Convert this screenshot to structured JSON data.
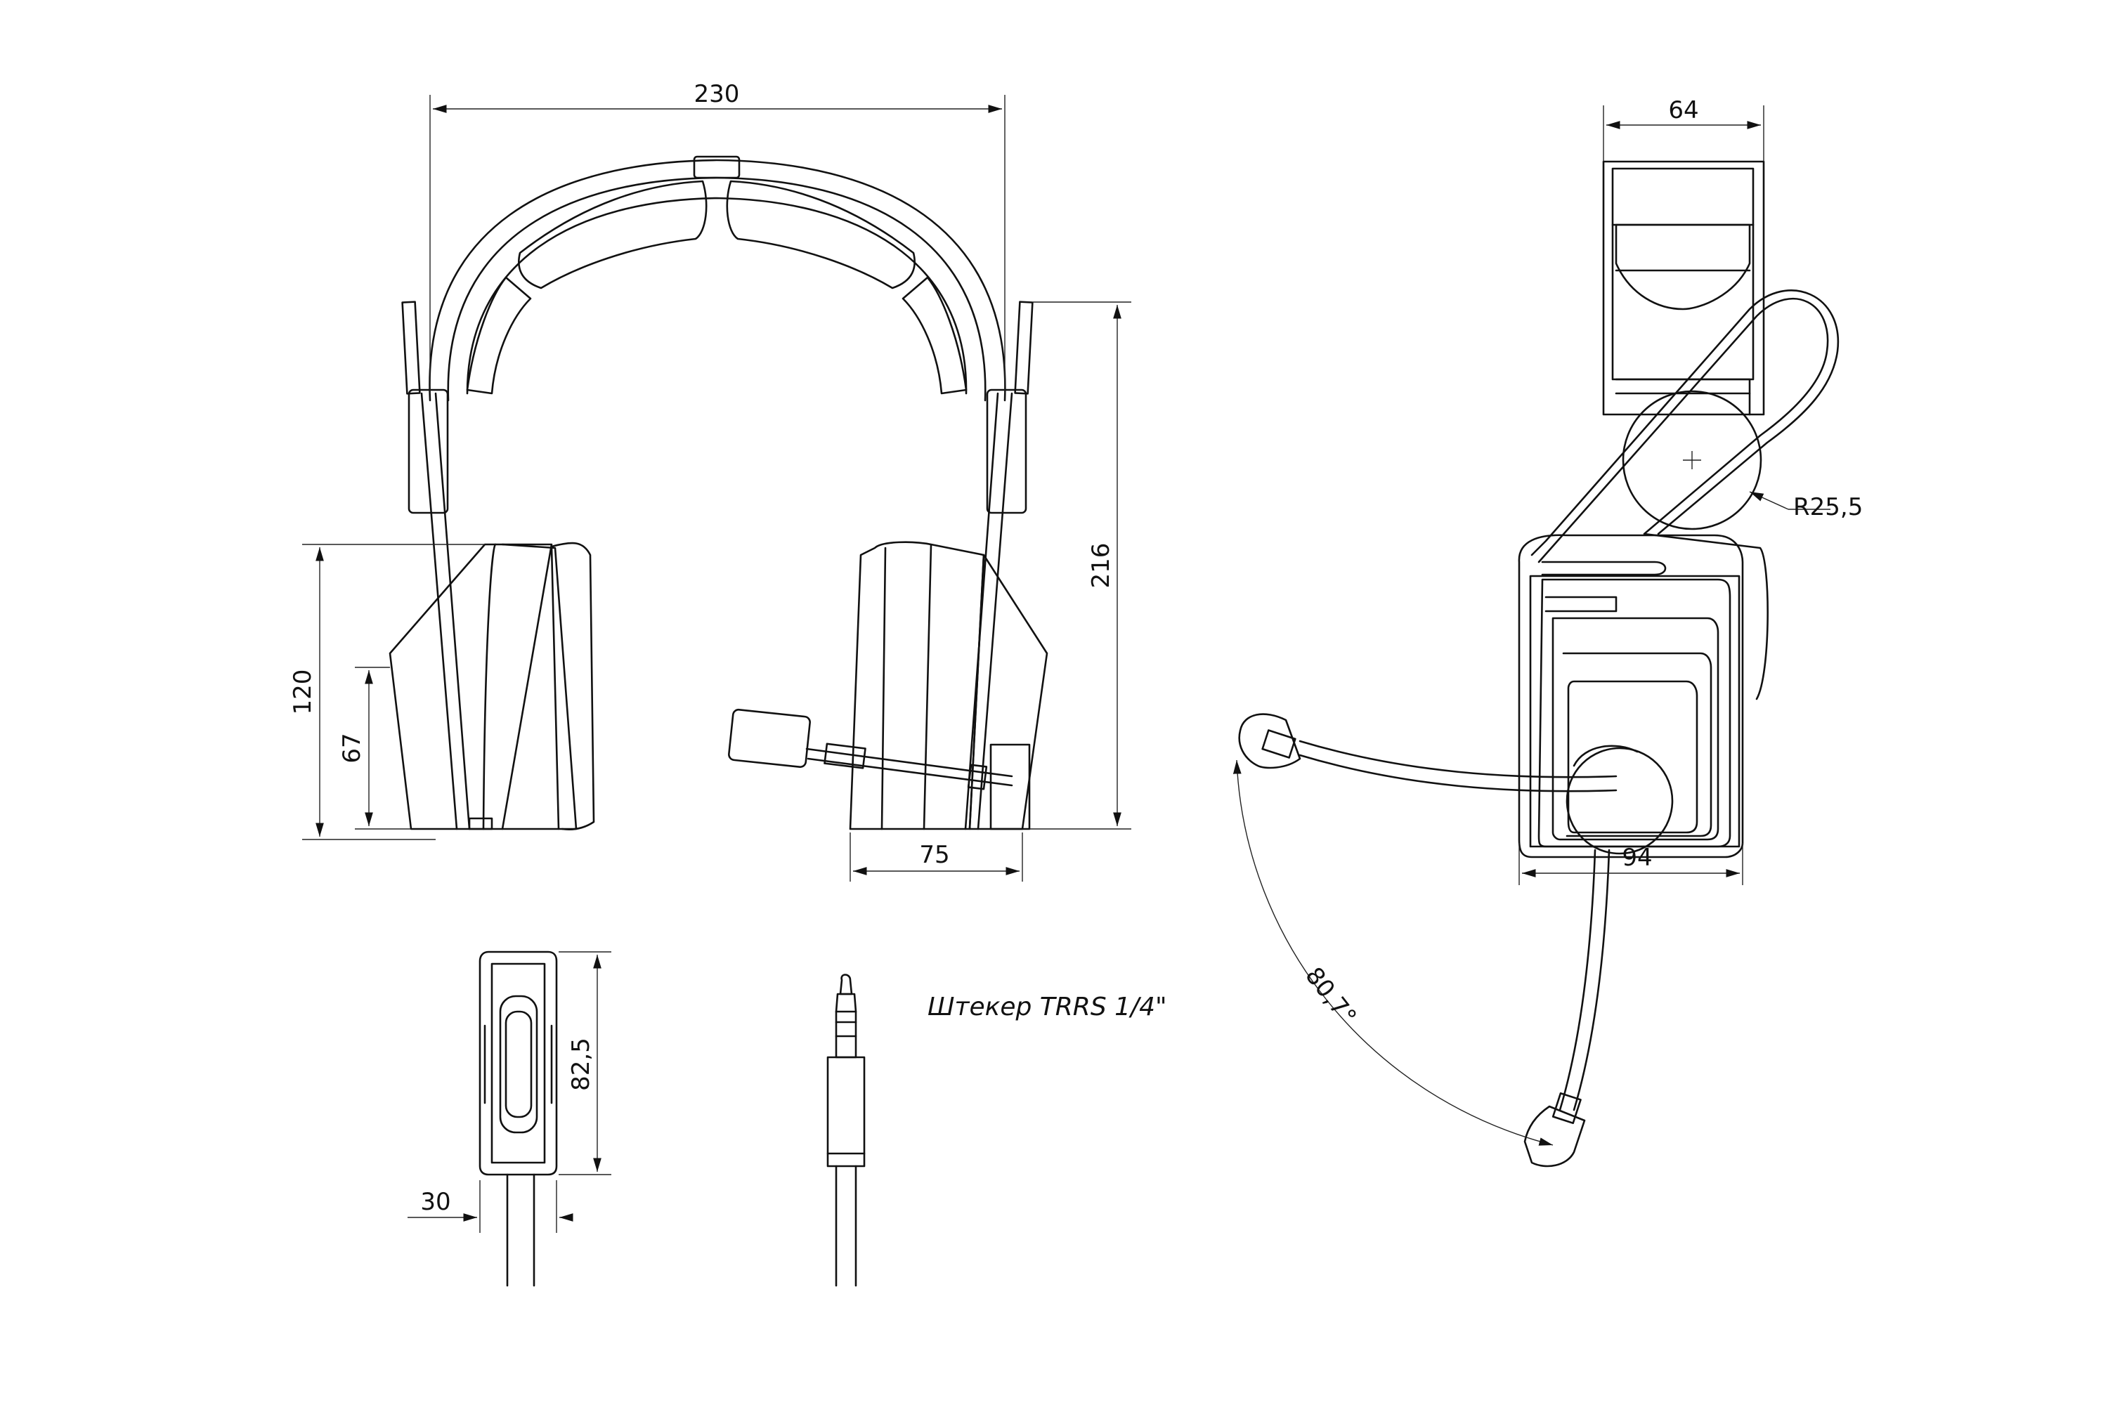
{
  "dimensions": {
    "headband_width": "230",
    "height_total": "216",
    "earcup_height": "120",
    "earcup_inner_height": "67",
    "earcup_depth": "75",
    "side_width_top": "64",
    "side_radius": "R25,5",
    "side_width_bottom": "94",
    "mic_angle": "80,7°",
    "control_height": "82,5",
    "control_width": "30"
  },
  "labels": {
    "plug": "Штекер TRRS 1/4\""
  }
}
